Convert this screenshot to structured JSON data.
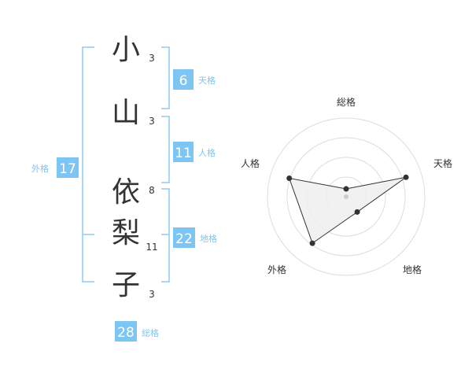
{
  "name_chars": [
    {
      "char": "小",
      "strokes": "3"
    },
    {
      "char": "山",
      "strokes": "3"
    },
    {
      "char": "依",
      "strokes": "8"
    },
    {
      "char": "梨",
      "strokes": "11"
    },
    {
      "char": "子",
      "strokes": "3"
    }
  ],
  "fortunes": {
    "tenkaku": {
      "value": "6",
      "label": "天格"
    },
    "jinkaku": {
      "value": "11",
      "label": "人格"
    },
    "chikaku": {
      "value": "22",
      "label": "地格"
    },
    "gaikaku": {
      "value": "17",
      "label": "外格"
    },
    "soukaku": {
      "value": "28",
      "label": "総格"
    }
  },
  "colors": {
    "accent": "#7dc5f3",
    "bracket": "#8fcbf2",
    "text": "#333333",
    "label": "#7dc5f3"
  },
  "chart_data": {
    "type": "radar",
    "axes": [
      "総格",
      "天格",
      "地格",
      "外格",
      "人格"
    ],
    "values": [
      0.1,
      0.8,
      0.24,
      0.73,
      0.76
    ],
    "rings": 4,
    "grid": true
  }
}
